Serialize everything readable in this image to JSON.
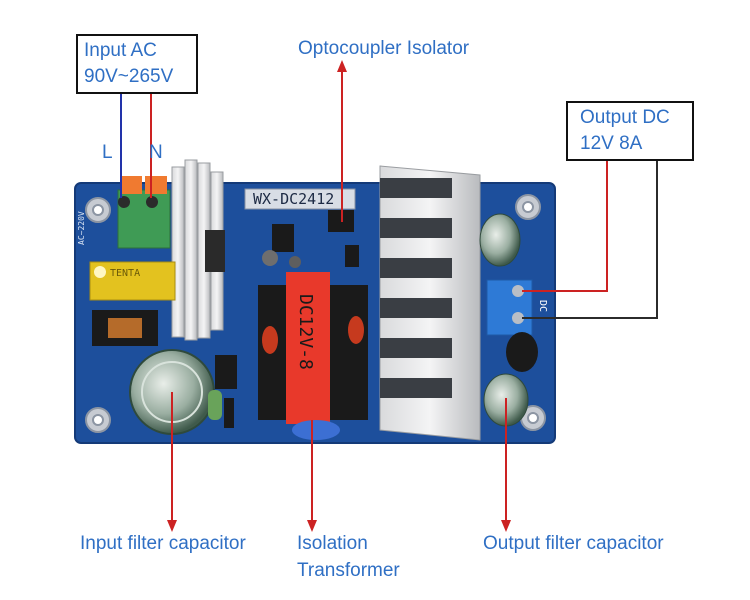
{
  "labels": {
    "input_ac_title": "Input AC",
    "input_ac_range": "90V~265V",
    "line_L": "L",
    "line_N": "N",
    "optocoupler": "Optocoupler Isolator",
    "output_dc_title": "Output DC",
    "output_dc_value": "12V 8A",
    "input_filter_cap": "Input filter capacitor",
    "isolation_line1": "Isolation",
    "isolation_line2": "Transformer",
    "output_filter_cap": "Output filter capacitor"
  },
  "board": {
    "model": "WX-DC2412",
    "transformer_mark": "DC12V-8",
    "fuse_mark": "TENTA",
    "silk_ac": "AC~220V",
    "silk_dc": "DC"
  },
  "colors": {
    "label_blue": "#2f6fc4",
    "pcb_blue": "#1d4f9c",
    "arrow_red": "#cc2222",
    "line_blue": "#2233aa",
    "transformer_red": "#e8392b"
  }
}
